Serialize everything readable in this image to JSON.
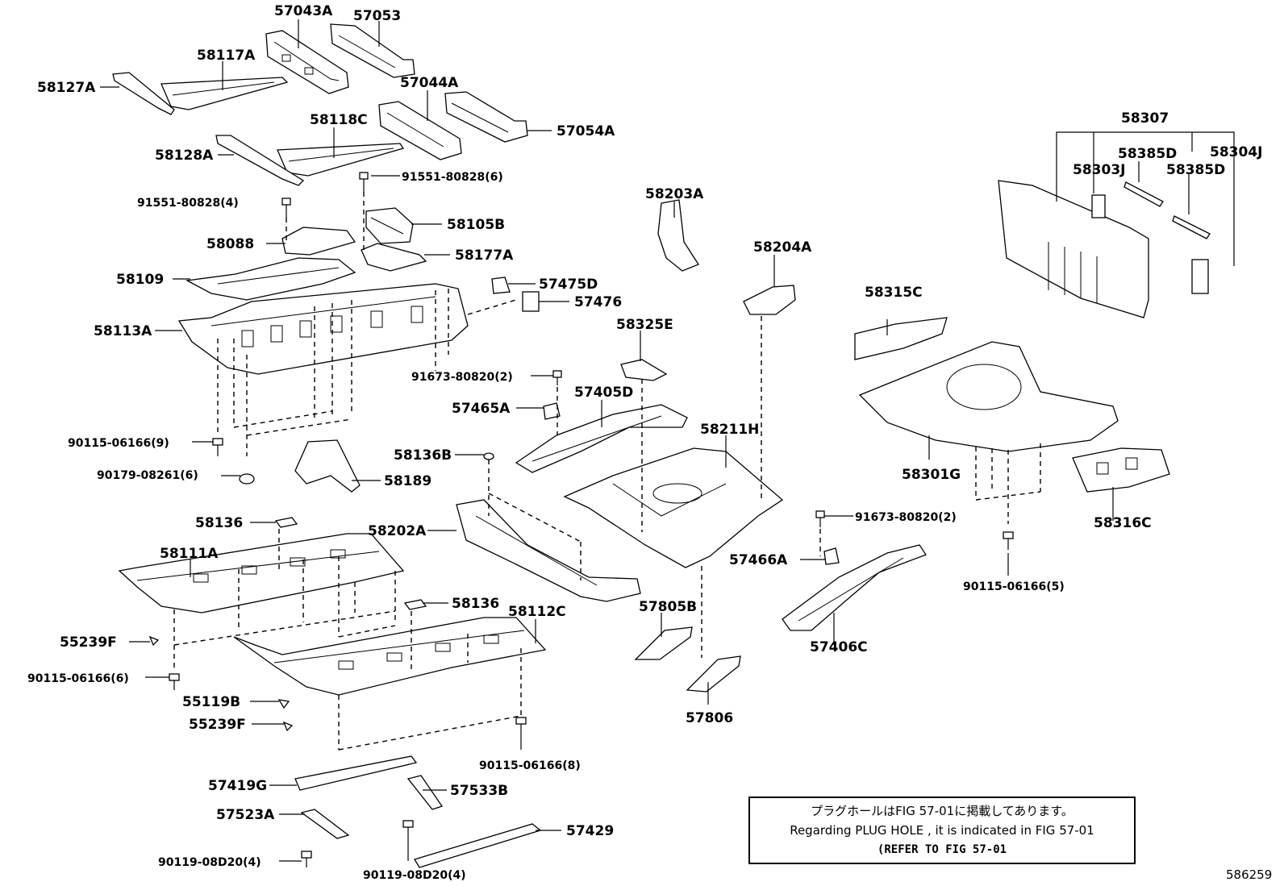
{
  "labels": {
    "57043A": "57043A",
    "57053": "57053",
    "58117A": "58117A",
    "58127A": "58127A",
    "57044A": "57044A",
    "57054A": "57054A",
    "58118C": "58118C",
    "58128A": "58128A",
    "91551_80828_6": "91551-80828(6)",
    "91551_80828_4": "91551-80828(4)",
    "58105B": "58105B",
    "58088": "58088",
    "58177A": "58177A",
    "58109": "58109",
    "57475D": "57475D",
    "57476": "57476",
    "58113A": "58113A",
    "91673_80820_2_a": "91673-80820(2)",
    "57465A": "57465A",
    "57405D": "57405D",
    "90115_06166_9": "90115-06166(9)",
    "90179_08261_6": "90179-08261(6)",
    "58189": "58189",
    "58136B": "58136B",
    "58136_a": "58136",
    "58202A": "58202A",
    "58111A": "58111A",
    "58136_b": "58136",
    "58112C": "58112C",
    "55239F_a": "55239F",
    "90115_06166_6": "90115-06166(6)",
    "55119B": "55119B",
    "55239F_b": "55239F",
    "90115_06166_8": "90115-06166(8)",
    "57419G": "57419G",
    "57533B": "57533B",
    "57523A": "57523A",
    "57429": "57429",
    "90119_08D20_4_a": "90119-08D20(4)",
    "90119_08D20_4_b": "90119-08D20(4)",
    "58203A": "58203A",
    "58204A": "58204A",
    "58325E": "58325E",
    "58211H": "58211H",
    "57805B": "57805B",
    "57806": "57806",
    "91673_80820_2_b": "91673-80820(2)",
    "57466A": "57466A",
    "57406C": "57406C",
    "58307": "58307",
    "58385D_a": "58385D",
    "58304J": "58304J",
    "58303J": "58303J",
    "58385D_b": "58385D",
    "58315C": "58315C",
    "58301G": "58301G",
    "58316C": "58316C",
    "90115_06166_5": "90115-06166(5)"
  },
  "note": {
    "jp": "プラグホールはFIG 57-01に掲載してあります。",
    "en": "Regarding  PLUG  HOLE , it is indicated in FIG  57-01",
    "ref": "(REFER TO FIG 57-01"
  },
  "figure_id": "586259"
}
